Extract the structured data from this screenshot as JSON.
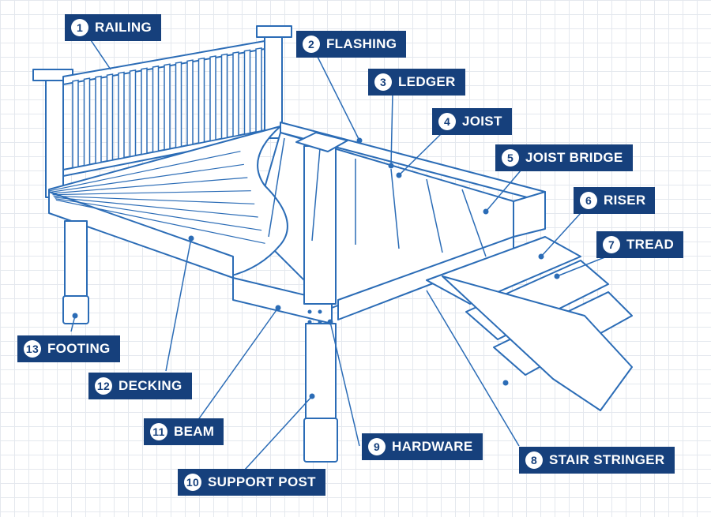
{
  "accent_color": "#16407c",
  "line_color": "#2b6cb6",
  "labels": [
    {
      "key": "railing",
      "num": "1",
      "text": "RAILING"
    },
    {
      "key": "flashing",
      "num": "2",
      "text": "FLASHING"
    },
    {
      "key": "ledger",
      "num": "3",
      "text": "LEDGER"
    },
    {
      "key": "joist",
      "num": "4",
      "text": "JOIST"
    },
    {
      "key": "joist-bridge",
      "num": "5",
      "text": "JOIST BRIDGE"
    },
    {
      "key": "riser",
      "num": "6",
      "text": "RISER"
    },
    {
      "key": "tread",
      "num": "7",
      "text": "TREAD"
    },
    {
      "key": "stair-stringer",
      "num": "8",
      "text": "STAIR STRINGER"
    },
    {
      "key": "hardware",
      "num": "9",
      "text": "HARDWARE"
    },
    {
      "key": "support-post",
      "num": "10",
      "text": "SUPPORT POST"
    },
    {
      "key": "beam",
      "num": "11",
      "text": "BEAM"
    },
    {
      "key": "decking",
      "num": "12",
      "text": "DECKING"
    },
    {
      "key": "footing",
      "num": "13",
      "text": "FOOTING"
    }
  ]
}
